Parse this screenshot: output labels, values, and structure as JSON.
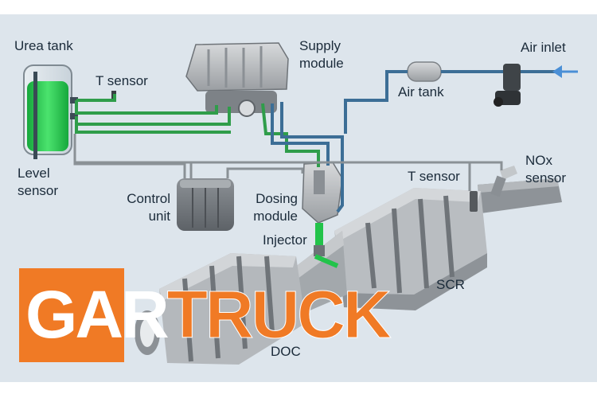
{
  "labels": {
    "urea_tank": "Urea tank",
    "t_sensor_left": "T sensor",
    "level_sensor_line1": "Level",
    "level_sensor_line2": "sensor",
    "supply_module_line1": "Supply",
    "supply_module_line2": "module",
    "air_inlet": "Air inlet",
    "air_tank": "Air tank",
    "control_unit_line1": "Control",
    "control_unit_line2": "unit",
    "dosing_module_line1": "Dosing",
    "dosing_module_line2": "module",
    "injector": "Injector",
    "t_sensor_right": "T sensor",
    "nox_sensor_line1": "NOx",
    "nox_sensor_line2": "sensor",
    "scr": "SCR",
    "doc": "DOC"
  },
  "logo": {
    "part1": "GAR",
    "part2": "TRUCK"
  },
  "colors": {
    "background": "#dde5ec",
    "urea_line": "#2f9d4a",
    "air_line": "#3c6e96",
    "wire": "#8a9196",
    "urea_fluid": "#22c34a",
    "logo_orange": "#f07a25"
  }
}
